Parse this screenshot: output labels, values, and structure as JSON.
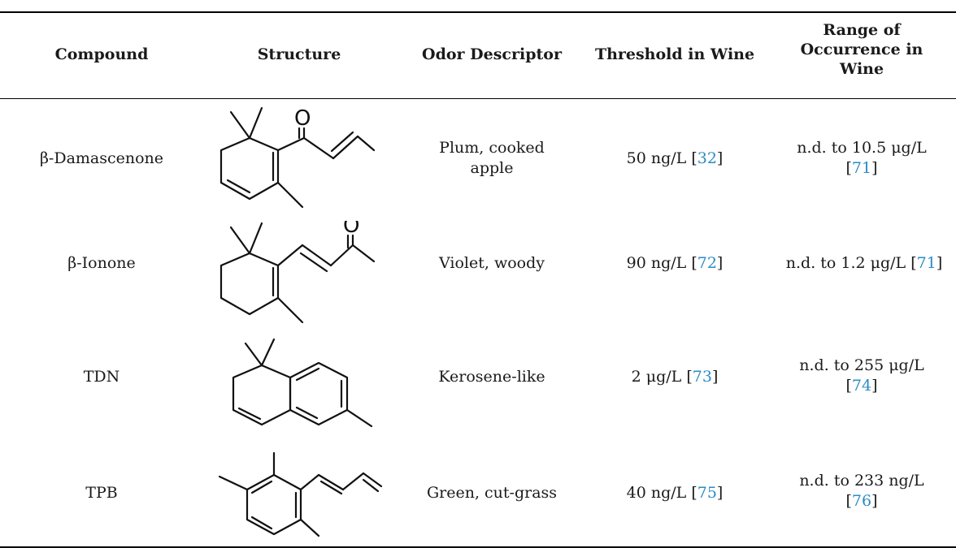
{
  "headers": {
    "compound": "Compound",
    "structure": "Structure",
    "odor": "Odor Descriptor",
    "threshold": "Threshold in Wine",
    "range_line1": "Range of",
    "range_line2": "Occurrence in",
    "range_line3": "Wine"
  },
  "rows": [
    {
      "compound": "β-Damascenone",
      "structure_icon": "beta-damascenone-structure",
      "oxygen": "O",
      "odor_line1": "Plum, cooked",
      "odor_line2": "apple",
      "threshold": "50 ng/L [",
      "threshold_ref": "32",
      "threshold_end": "]",
      "range_line1": "n.d. to 10.5 μg/L",
      "range_open": "[",
      "range_ref": "71",
      "range_close": "]"
    },
    {
      "compound": "β-Ionone",
      "structure_icon": "beta-ionone-structure",
      "oxygen": "O",
      "odor_line1": "Violet, woody",
      "threshold": "90 ng/L [",
      "threshold_ref": "72",
      "threshold_end": "]",
      "range_line1": "n.d. to 1.2 μg/L [",
      "range_ref": "71",
      "range_close": "]"
    },
    {
      "compound": "TDN",
      "structure_icon": "tdn-structure",
      "odor_line1": "Kerosene-like",
      "threshold": "2 μg/L [",
      "threshold_ref": "73",
      "threshold_end": "]",
      "range_line1": "n.d. to 255 μg/L",
      "range_open": "[",
      "range_ref": "74",
      "range_close": "]"
    },
    {
      "compound": "TPB",
      "structure_icon": "tpb-structure",
      "odor_line1": "Green, cut-grass",
      "threshold": "40 ng/L [",
      "threshold_ref": "75",
      "threshold_end": "]",
      "range_line1": "n.d. to 233 ng/L",
      "range_open": "[",
      "range_ref": "76",
      "range_close": "]"
    }
  ]
}
